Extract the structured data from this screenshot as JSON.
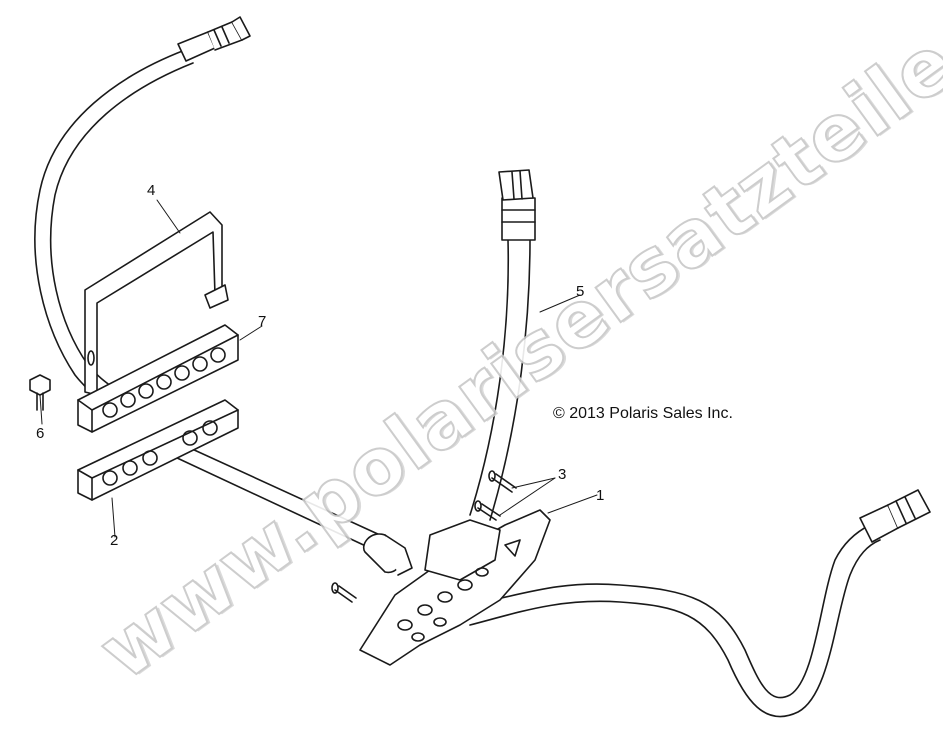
{
  "copyright": "© 2013 Polaris Sales Inc.",
  "watermark": "www.polarisersatzteile.de",
  "callouts": [
    "1",
    "2",
    "3",
    "4",
    "5",
    "6",
    "7"
  ],
  "colors": {
    "line": "#1a1a1a",
    "watermark_stroke": "#c8c8c8",
    "background": "#ffffff"
  }
}
